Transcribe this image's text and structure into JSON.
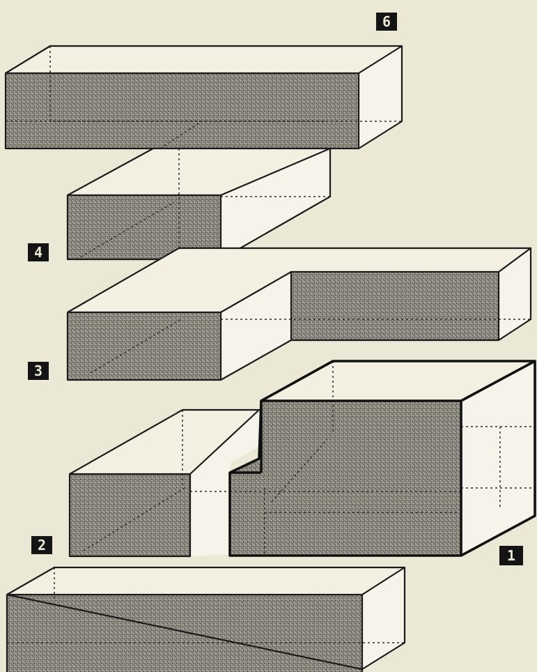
{
  "markers": {
    "m6": "6",
    "m4": "4",
    "m3": "3",
    "m2": "2",
    "m1": "1"
  },
  "colors": {
    "background": "#ece8d6",
    "line": "#1a1a1a",
    "stipple": "#7d7b73"
  }
}
